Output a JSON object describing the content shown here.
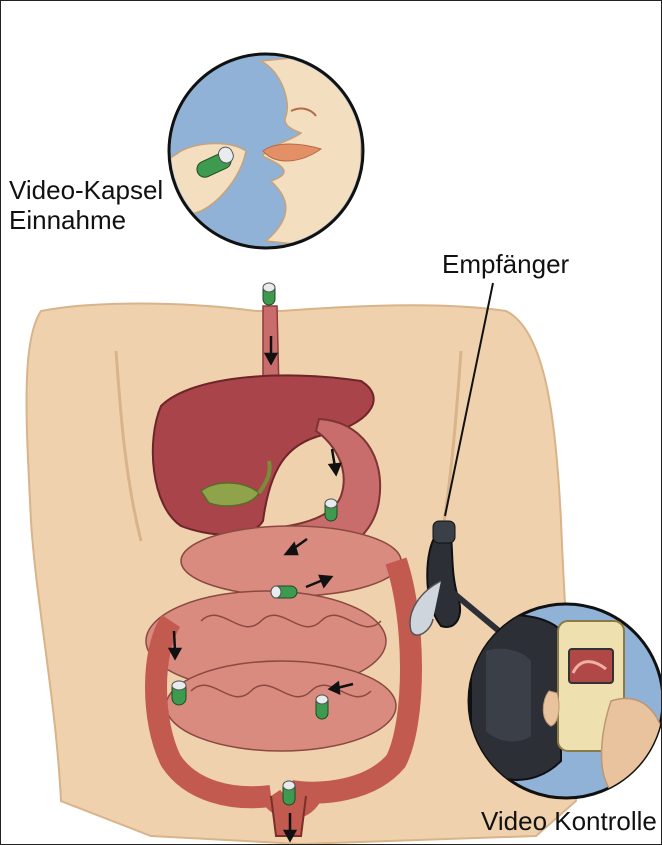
{
  "labels": {
    "capsule_intake_line1": "Video-Kapsel",
    "capsule_intake_line2": "Einnahme",
    "receiver": "Empfänger",
    "video_monitor": "Video Kontrolle"
  },
  "colors": {
    "skin": "#efd2ad",
    "skin_shadow": "#d9b38a",
    "liver": "#a8444a",
    "stomach": "#c96c6c",
    "intestine": "#d98b80",
    "colon": "#c25a50",
    "capsule_green": "#3e9a4f",
    "capsule_cap": "#e8ecef",
    "inset_bg": "#8fb2d6",
    "device": "#2c2f36",
    "monitor_body": "#efe0b0"
  },
  "icons": [
    "capsule-icon",
    "arrow-icon",
    "receiver-device-icon",
    "monitor-device-icon"
  ]
}
